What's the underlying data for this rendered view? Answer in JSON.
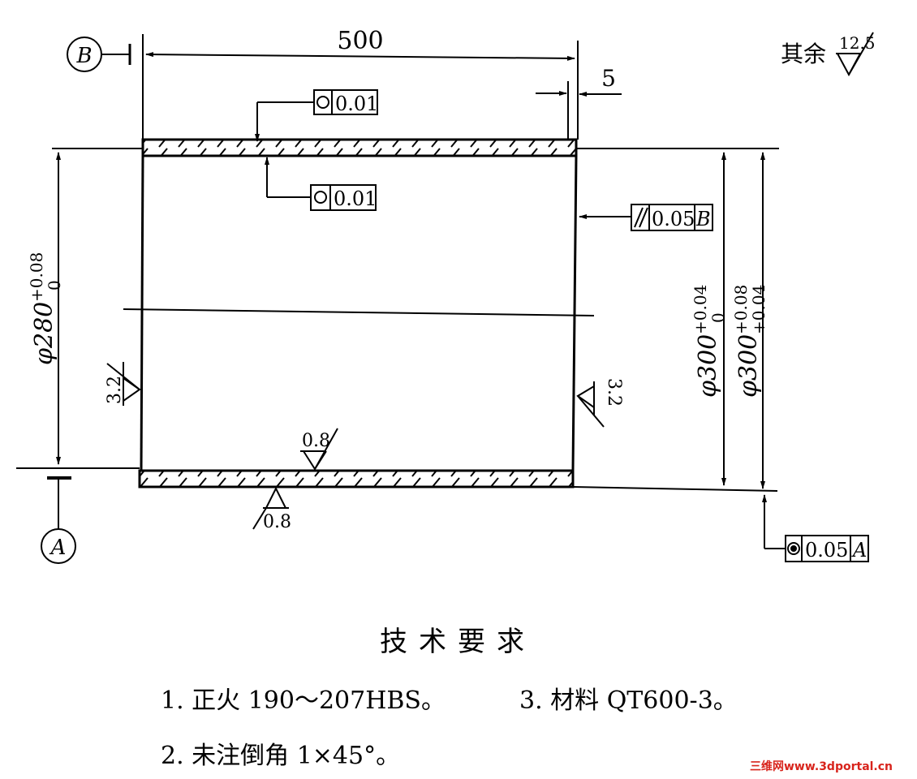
{
  "dimensions": {
    "length": "500",
    "offset": "5",
    "inner_diameter": "φ280",
    "inner_tol_upper": "+0.08",
    "inner_tol_lower": "0",
    "outer_diameter_a": "φ300",
    "outer_a_tol_upper": "+0.04",
    "outer_a_tol_lower": "0",
    "outer_diameter_b": "φ300",
    "outer_b_tol_upper": "+0.08",
    "outer_b_tol_lower": "+0.04"
  },
  "datums": {
    "a": "A",
    "b": "B"
  },
  "tolerance_frames": {
    "roundness_top": "0.01",
    "roundness_inner": "0.01",
    "parallelism_value": "0.05",
    "parallelism_datum": "B",
    "coaxiality_value": "0.05",
    "coaxiality_datum": "A"
  },
  "roughness": {
    "rest_label": "其余",
    "rest_value": "12.5",
    "left_face": "3.2",
    "right_face": "3.2",
    "inner_bore": "0.8",
    "outer_surface": "0.8"
  },
  "requirements": {
    "title": "技术要求",
    "item1": "1. 正火 190～207HBS。",
    "item2": "2. 未注倒角 1×45°。",
    "item3": "3. 材料 QT600-3。"
  },
  "watermark": "三维网www.3dportal.cn"
}
